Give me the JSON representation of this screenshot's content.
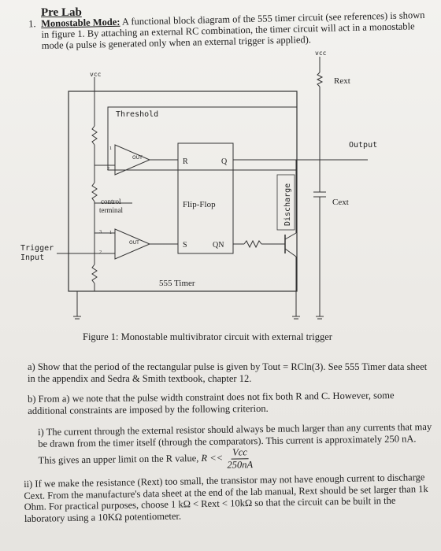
{
  "header": {
    "title": "Pre Lab",
    "item_number": "1.",
    "item_title": "Monostable Mode:",
    "item_text": "A functional block diagram of the 555 timer circuit (see references) is shown in figure 1. By attaching an external RC combination, the timer circuit will act in a monostable mode (a pulse is generated only when an external trigger is applied)."
  },
  "diagram": {
    "vcc_left": "vcc",
    "vcc_right": "vcc",
    "rext": "Rext",
    "threshold": "Threshold",
    "output": "Output",
    "control_terminal_1": "control",
    "control_terminal_2": "terminal",
    "flipflop": "Flip-Flop",
    "r_pin": "R",
    "s_pin": "S",
    "q_pin": "Q",
    "qn_pin": "QN",
    "discharge": "Discharge",
    "cext": "Cext",
    "trigger_1": "Trigger",
    "trigger_2": "Input",
    "timer": "555 Timer",
    "comp_out_1": "OUT",
    "comp_out_2": "OUT",
    "pin_2a": "2",
    "pin_1a": "1",
    "pin_1b": "1",
    "pin_3": "3",
    "pin_2b": "2"
  },
  "figure_caption": "Figure 1: Monostable multivibrator circuit with external trigger",
  "questions": {
    "a_label": "a)",
    "a_text": "Show that the period of the rectangular pulse is given by Tout = RCln(3). See 555 Timer data sheet in the appendix and Sedra & Smith textbook, chapter 12.",
    "b_label": "b)",
    "b_text": "From a) we note that the pulse width constraint does not fix both R and C. However, some additional constraints are imposed by the following criterion.",
    "i_label": "i)",
    "i_text": "The current through the external resistor should always be much larger than any currents that may be drawn from the timer itself (through the comparators). This current is approximately 250 nA. This gives an upper limit on the R value,",
    "i_ineq": "R <<",
    "i_num": "Vcc",
    "i_den": "250nA",
    "ii_label": "ii)",
    "ii_text": "If we make the resistance (Rext) too small, the transistor may not have enough current to discharge Cext. From the manufacture's data sheet at the end of the lab manual, Rext should be set larger than 1k Ohm. For practical purposes, choose 1 kΩ < Rext < 10kΩ so that the circuit can be built in the laboratory using a 10KΩ potentiometer."
  }
}
